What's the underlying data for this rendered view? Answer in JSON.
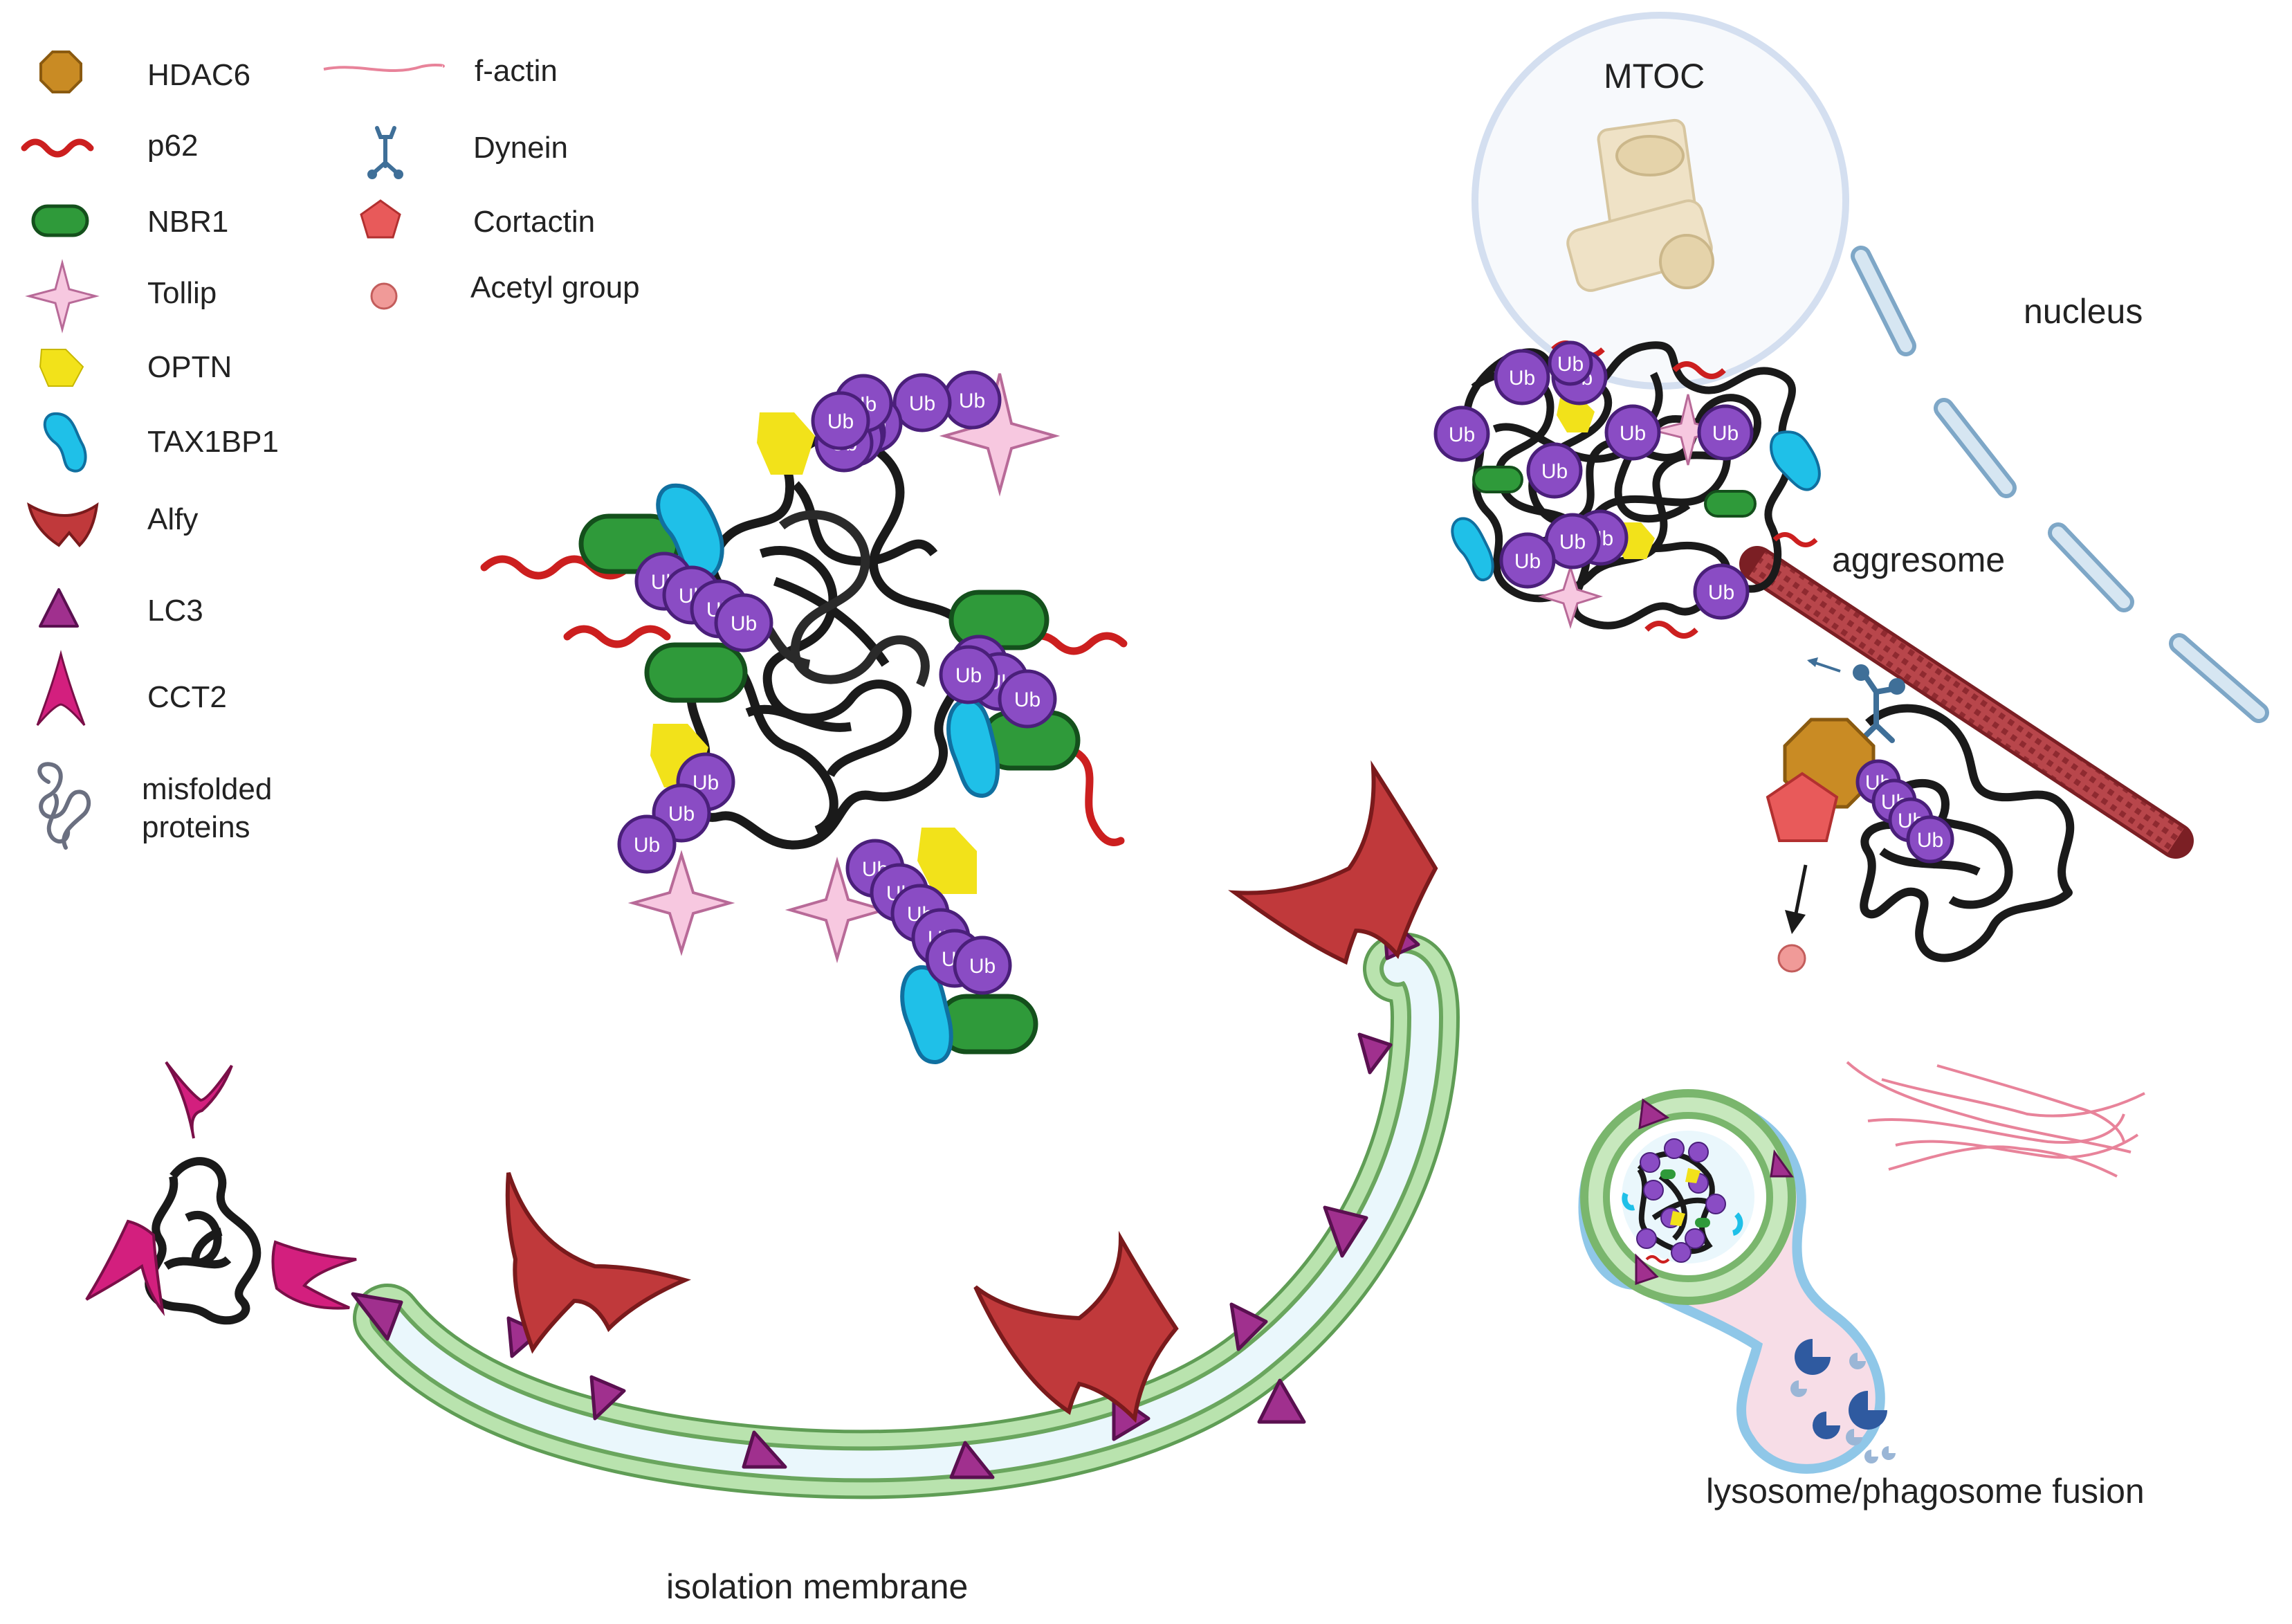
{
  "legend": {
    "left": [
      {
        "label": "HDAC6",
        "icon": "hdac6-octagon-icon"
      },
      {
        "label": "p62",
        "icon": "p62-wave-icon"
      },
      {
        "label": "NBR1",
        "icon": "nbr1-capsule-icon"
      },
      {
        "label": "Tollip",
        "icon": "tollip-star-icon"
      },
      {
        "label": "OPTN",
        "icon": "optn-pentagon-icon"
      },
      {
        "label": "TAX1BP1",
        "icon": "tax1bp1-bean-icon"
      },
      {
        "label": "Alfy",
        "icon": "alfy-shape-icon"
      },
      {
        "label": "LC3",
        "icon": "lc3-triangle-icon"
      },
      {
        "label": "CCT2",
        "icon": "cct2-spike-icon"
      },
      {
        "label": "misfolded",
        "label2": "proteins",
        "icon": "misfolded-protein-icon"
      }
    ],
    "right": [
      {
        "label": "f-actin",
        "icon": "f-actin-line-icon"
      },
      {
        "label": "Dynein",
        "icon": "dynein-icon"
      },
      {
        "label": "Cortactin",
        "icon": "cortactin-pentagon-icon"
      },
      {
        "label": "Acetyl group",
        "icon": "acetyl-dot-icon"
      }
    ]
  },
  "labels": {
    "mtoc": "MTOC",
    "nucleus": "nucleus",
    "aggresome": "aggresome",
    "isolation_membrane": "isolation membrane",
    "fusion": "lysosome/phagosome fusion"
  },
  "ub": "Ub",
  "colors": {
    "hdac6": "#c98b24",
    "p62": "#cc1f1f",
    "nbr1": "#2f9a3a",
    "tollip": "#f7c8e0",
    "optn": "#f2e21a",
    "tax1bp1": "#1fc0e8",
    "alfy": "#c0393b",
    "lc3": "#a0308e",
    "cct2": "#d31f7e",
    "ub": "#8a4cc4",
    "membrane": "#9bd18f",
    "factin": "#e8839a",
    "microtubule": "#a33a3f",
    "lysosome": "#3a6ab0"
  }
}
